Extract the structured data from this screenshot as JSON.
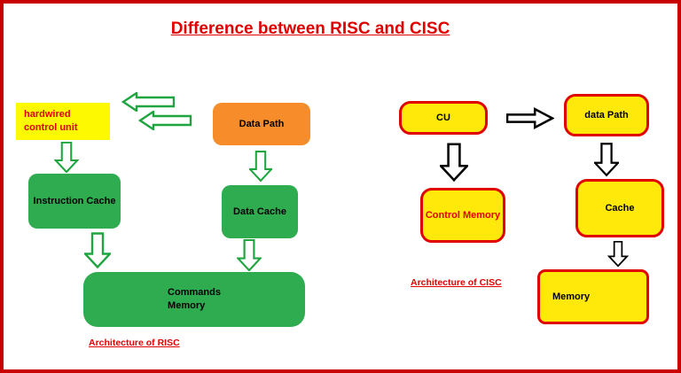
{
  "title": "Difference between RISC and CISC",
  "risc": {
    "hardwired": "hardwired\ncontrol unit",
    "data_path": "Data Path",
    "instruction_cache": "Instruction Cache",
    "data_cache": "Data Cache",
    "commands_memory": "Commands\nMemory",
    "caption": "Architecture of RISC"
  },
  "cisc": {
    "cu": "CU",
    "data_path": "data Path",
    "control_memory": "Control Memory",
    "cache": "Cache",
    "memory": "Memory",
    "caption": "Architecture of CISC"
  },
  "colors": {
    "accent_red": "#e10000",
    "border_red": "#c90000",
    "green": "#2fab50",
    "arrow_green": "#1fa540",
    "orange": "#f78d2a",
    "yellow": "#fdf900",
    "yellow2": "#ffe90a",
    "arrow_black": "#000000"
  }
}
